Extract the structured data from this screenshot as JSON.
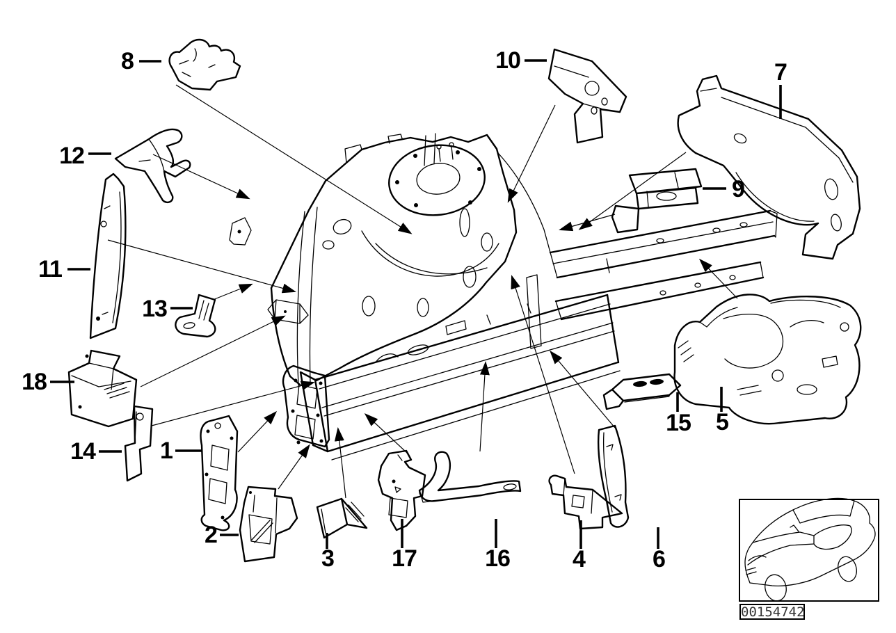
{
  "colors": {
    "background": "#ffffff",
    "line": "#000000",
    "label_text": "#000000",
    "id_text": "#333333"
  },
  "parts": [
    {
      "label": "1"
    },
    {
      "label": "2"
    },
    {
      "label": "3"
    },
    {
      "label": "4"
    },
    {
      "label": "5"
    },
    {
      "label": "6"
    },
    {
      "label": "7"
    },
    {
      "label": "8"
    },
    {
      "label": "9"
    },
    {
      "label": "10"
    },
    {
      "label": "11"
    },
    {
      "label": "12"
    },
    {
      "label": "13"
    },
    {
      "label": "14"
    },
    {
      "label": "15"
    },
    {
      "label": "16"
    },
    {
      "label": "17"
    },
    {
      "label": "18"
    }
  ],
  "footer": {
    "image_id": "00154742"
  },
  "icons": {
    "inset": "car-three-quarter-outline"
  }
}
